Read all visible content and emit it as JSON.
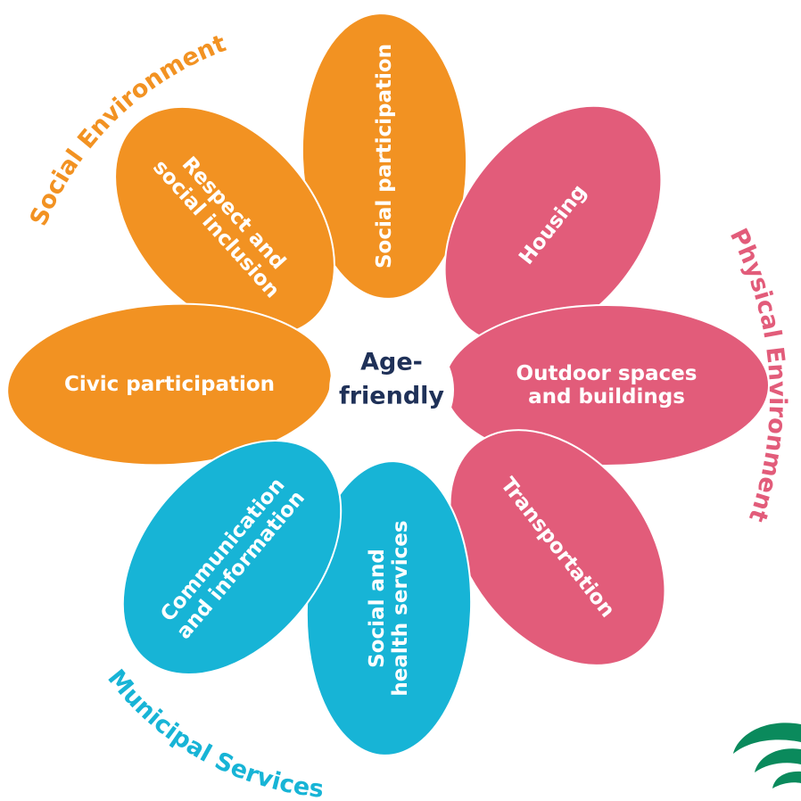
{
  "center": {
    "line1": "Age-",
    "line2": "friendly"
  },
  "groups": {
    "social": {
      "label": "Social Environment",
      "color": "#f29222"
    },
    "physical": {
      "label": "Physical Environment",
      "color": "#e25c7a"
    },
    "municipal": {
      "label": "Municipal Services",
      "color": "#17b4d6"
    }
  },
  "petals": [
    {
      "id": "social-participation",
      "group": "social",
      "lines": [
        "Social participation"
      ]
    },
    {
      "id": "respect-social-inclusion",
      "group": "social",
      "lines": [
        "Respect and",
        "social inclusion"
      ]
    },
    {
      "id": "civic-participation",
      "group": "social",
      "lines": [
        "Civic participation"
      ]
    },
    {
      "id": "communication-information",
      "group": "municipal",
      "lines": [
        "Communication",
        "and information"
      ]
    },
    {
      "id": "social-health-services",
      "group": "municipal",
      "lines": [
        "Social and",
        "health services"
      ]
    },
    {
      "id": "transportation",
      "group": "physical",
      "lines": [
        "Transportation"
      ]
    },
    {
      "id": "outdoor-spaces-buildings",
      "group": "physical",
      "lines": [
        "Outdoor spaces",
        "and buildings"
      ]
    },
    {
      "id": "housing",
      "group": "physical",
      "lines": [
        "Housing"
      ]
    }
  ],
  "logo": {
    "name": "partial-logo",
    "color": "#0a8a5c"
  }
}
